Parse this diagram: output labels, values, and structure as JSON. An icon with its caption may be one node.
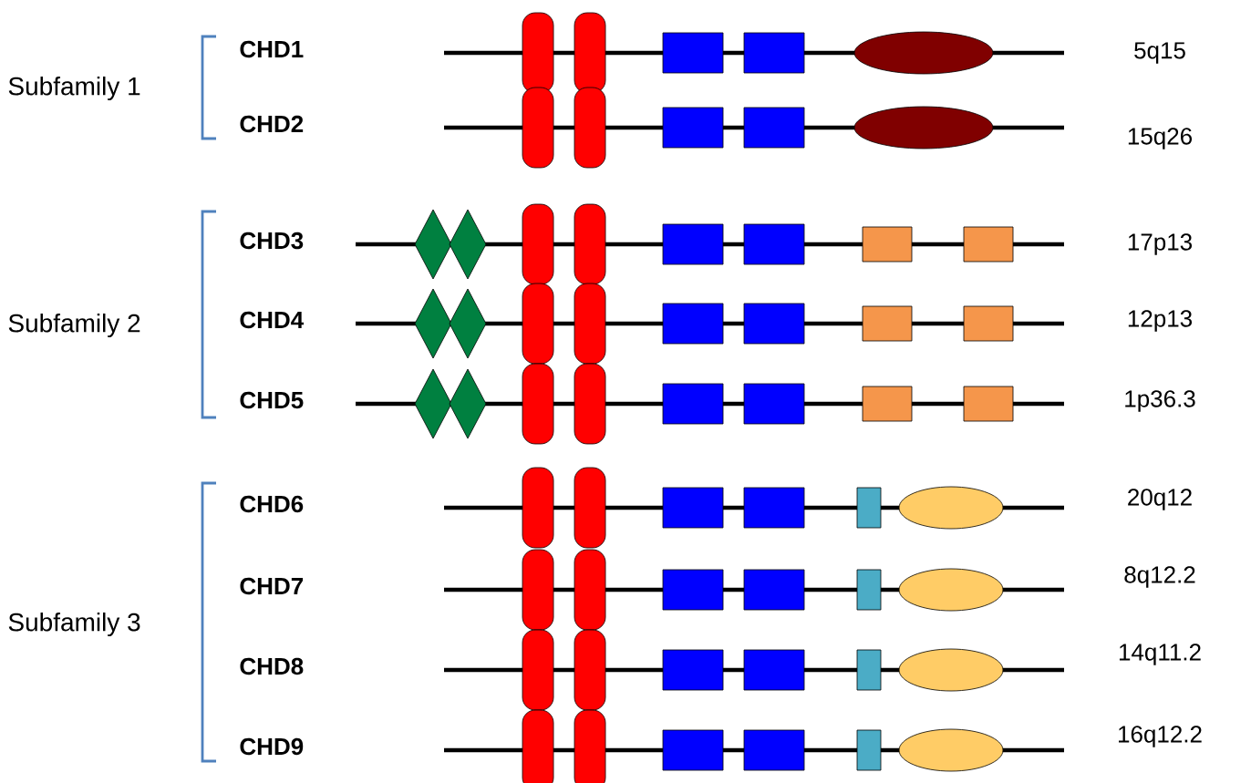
{
  "diagram": {
    "labels": [
      "Subfamily 1",
      "CHD1",
      "5q15",
      "CHD2",
      "15q26",
      "Subfamily 2",
      "CHD3",
      "17p13",
      "CHD4",
      "12p13",
      "CHD5",
      "1p36.3",
      "Subfamily 3",
      "CHD6",
      "20q12",
      "CHD7",
      "8q12.2",
      "CHD8",
      "14q11.2",
      "CHD9",
      "16q12.2"
    ]
  }
}
